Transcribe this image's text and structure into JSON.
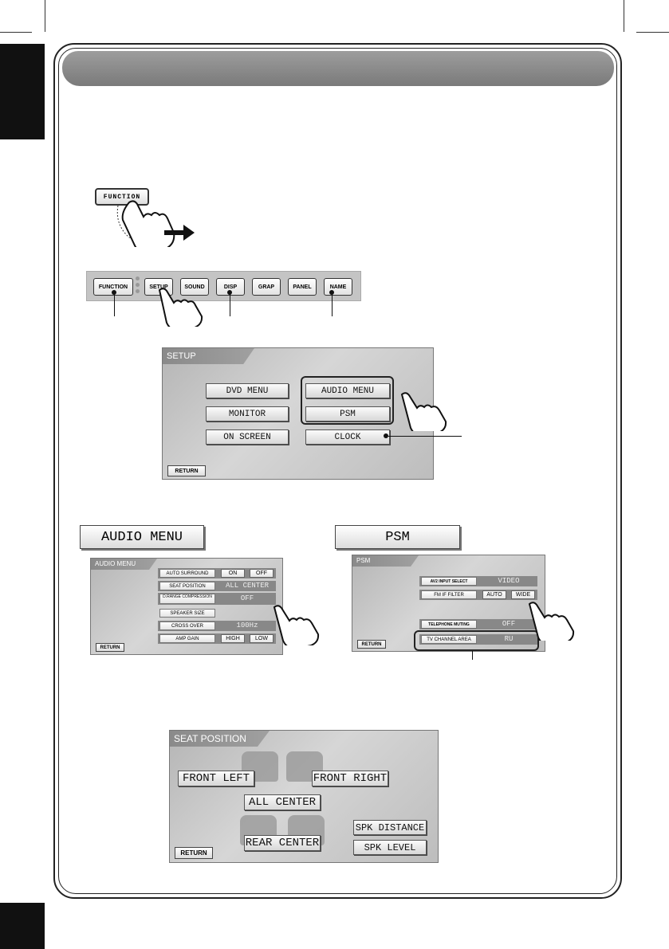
{
  "toolbar": {
    "function": "FUNCTION",
    "setup": "SETUP",
    "sound": "SOUND",
    "disp": "DISP",
    "graph": "GRAP",
    "panel": "PANEL",
    "name": "NAME"
  },
  "function_button": {
    "label": "FUNCTION"
  },
  "setup_screen": {
    "title": "SETUP",
    "buttons": {
      "dvd_menu": "DVD MENU",
      "audio_menu": "AUDIO MENU",
      "monitor": "MONITOR",
      "psm": "PSM",
      "on_screen": "ON SCREEN",
      "clock": "CLOCK"
    },
    "return": "RETURN"
  },
  "audio_menu_heading": "AUDIO MENU",
  "psm_heading": "PSM",
  "audio_menu_screen": {
    "title": "AUDIO MENU",
    "rows": {
      "auto_surround": "AUTO SURROUND",
      "on": "ON",
      "off": "OFF",
      "seat_position": "SEAT POSITION",
      "seat_value": "ALL CENTER",
      "drange": "D.RANGE COMPRESSION",
      "drange_value": "OFF",
      "speaker_size": "SPEAKER SIZE",
      "cross_over": "CROSS OVER",
      "cross_value": "100Hz",
      "amp_gain": "AMP GAIN",
      "high": "HIGH",
      "low": "LOW"
    },
    "return": "RETURN"
  },
  "psm_screen": {
    "title": "PSM",
    "rows": {
      "av2": "AV2 INPUT SELECT",
      "av2_value": "VIDEO",
      "fm_if": "FM IF FILTER",
      "auto": "AUTO",
      "wide": "WIDE",
      "tel": "TELEPHONE MUTING",
      "tel_value": "OFF",
      "tv_area": "TV CHANNEL AREA",
      "tv_value": "RU"
    },
    "return": "RETURN"
  },
  "seat_screen": {
    "title": "SEAT POSITION",
    "front_left": "FRONT LEFT",
    "front_right": "FRONT RIGHT",
    "all_center": "ALL CENTER",
    "rear_center": "REAR CENTER",
    "spk_distance": "SPK DISTANCE",
    "spk_level": "SPK LEVEL",
    "return": "RETURN"
  }
}
